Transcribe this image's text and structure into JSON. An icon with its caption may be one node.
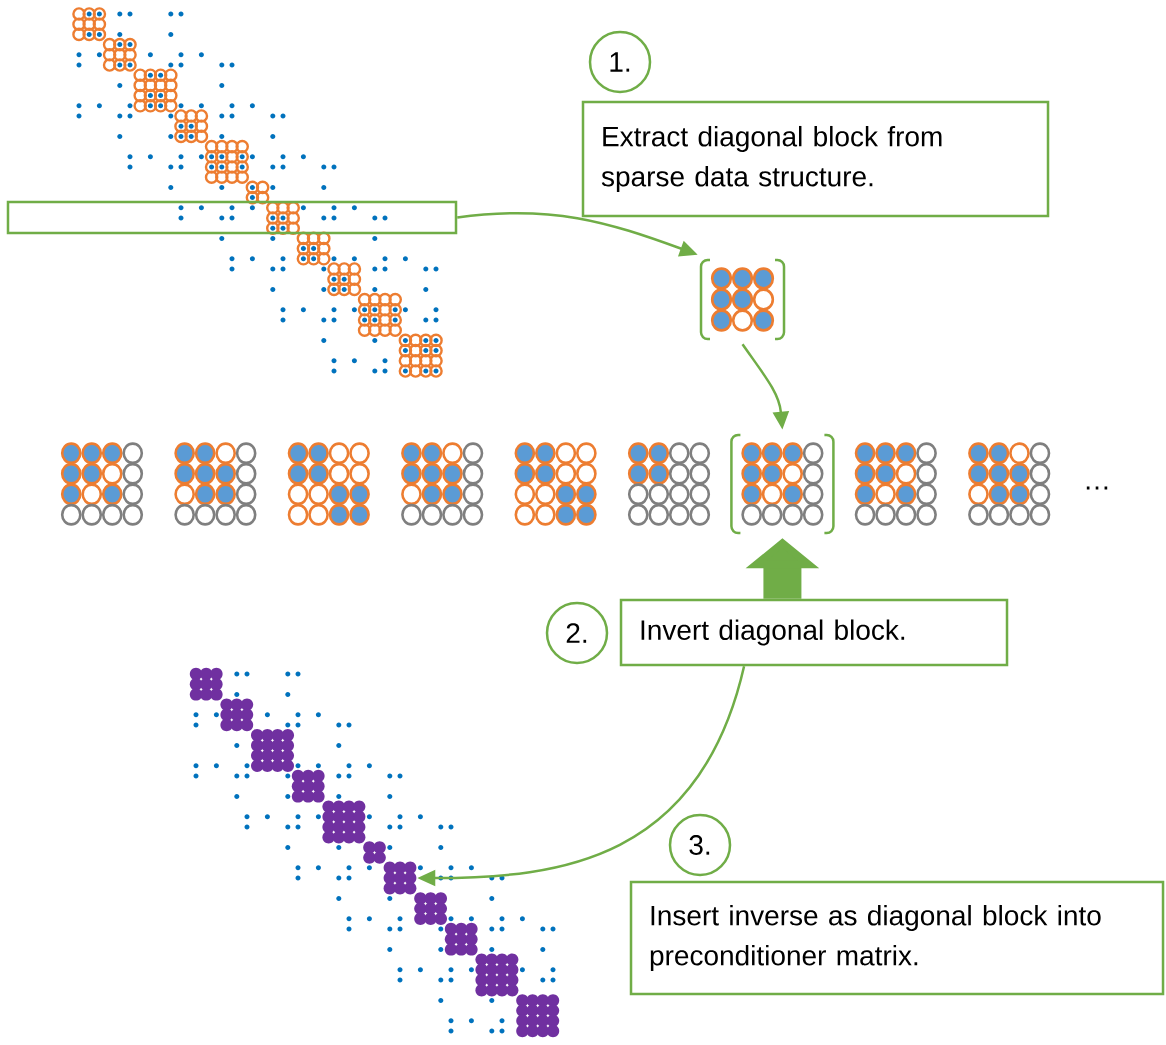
{
  "diagram": {
    "nodes": [
      {
        "text": [],
        "shape": "picture"
      },
      {
        "text": [],
        "shape": "box"
      },
      {
        "text": [
          "1."
        ]
      },
      {
        "text": [
          "Extract diagonal block from sparse data structure."
        ]
      },
      {
        "text": [],
        "shape": "picture"
      },
      {
        "text": [],
        "shape": "picture"
      },
      {
        "text": [],
        "shape": "picture"
      },
      {
        "text": [],
        "shape": "picture"
      },
      {
        "text": [],
        "shape": "picture"
      },
      {
        "text": [],
        "shape": "picture"
      },
      {
        "text": [],
        "shape": "picture"
      },
      {
        "text": [],
        "shape": "picture"
      },
      {
        "text": [],
        "shape": "picture"
      },
      {
        "text": [],
        "shape": "picture"
      },
      {
        "text": [
          "2."
        ]
      },
      {
        "text": [
          "Invert diagonal block."
        ]
      },
      {
        "text": [
          "3."
        ]
      },
      {
        "text": [
          "Insert inverse as diagonal block into preconditioner matrix."
        ]
      },
      {
        "text": [],
        "shape": "picture"
      },
      {
        "text": [],
        "shape": "picture",
        "in": 18
      }
    ],
    "edges": [
      {
        "from": 1,
        "to": 4,
        "arrow": "to"
      },
      {
        "from": 4,
        "to": 11,
        "arrow": "to"
      },
      {
        "from": 15,
        "to": 11,
        "arrow": "to",
        "style": "thick"
      },
      {
        "from": 15,
        "to": 19,
        "arrow": "to"
      }
    ],
    "labels": [
      "…"
    ]
  }
}
